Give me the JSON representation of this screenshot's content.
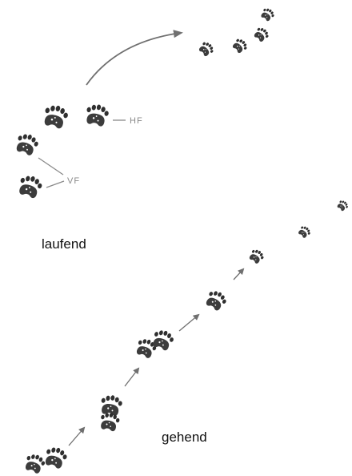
{
  "labels": {
    "running": "laufend",
    "walking": "gehend",
    "hind_foot": "HF",
    "fore_foot": "VF"
  },
  "icons": {
    "paw_print": "bear-paw-print-icon",
    "arrow": "direction-arrow-icon"
  },
  "colors": {
    "print": "#333333",
    "line": "#8a8a8a",
    "text": "#111111"
  }
}
